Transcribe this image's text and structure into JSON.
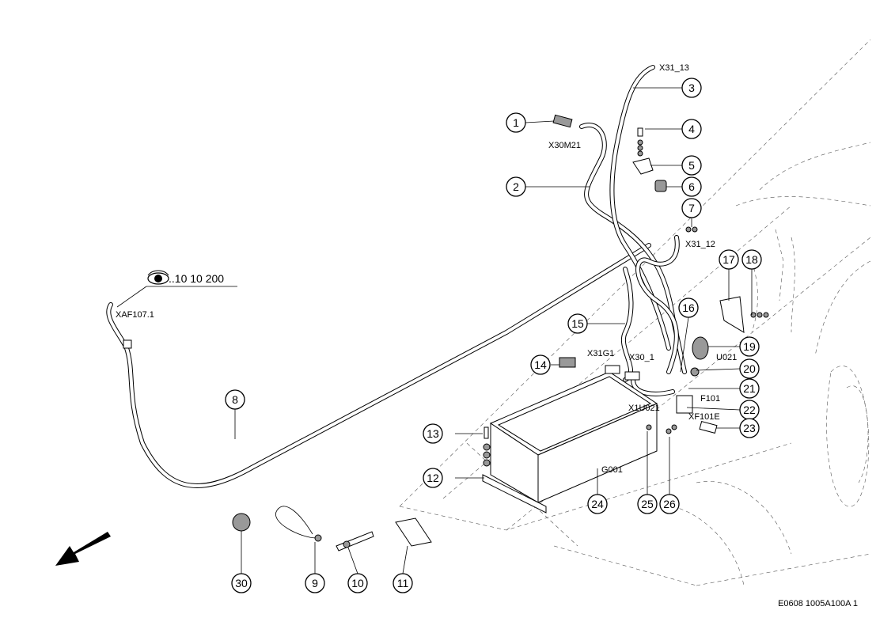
{
  "diagram": {
    "reference": "..10 10 200",
    "drawing_code": "E0608 1005A100A 1",
    "callouts": [
      "1",
      "2",
      "3",
      "4",
      "5",
      "6",
      "7",
      "8",
      "9",
      "10",
      "11",
      "12",
      "13",
      "14",
      "15",
      "16",
      "17",
      "18",
      "19",
      "20",
      "21",
      "22",
      "23",
      "24",
      "25",
      "26",
      "30"
    ],
    "labels": {
      "x31_13": "X31_13",
      "x30m21": "X30M21",
      "x31_12": "X31_12",
      "xaf107_1": "XAF107.1",
      "x31g1": "X31G1",
      "x30_1": "X30_1",
      "u021": "U021",
      "f101": "F101",
      "x1u021": "X1U021",
      "xf101e": "XF101E",
      "g001": "G001"
    }
  }
}
